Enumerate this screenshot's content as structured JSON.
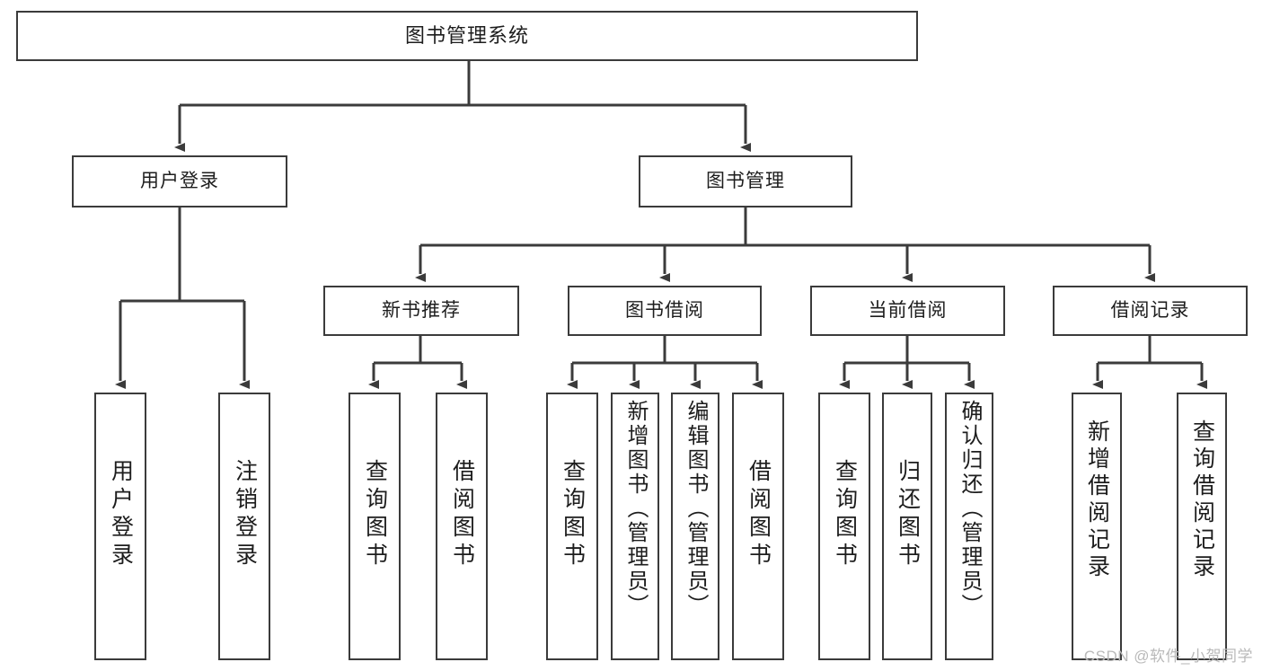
{
  "diagram": {
    "title": "图书管理系统",
    "type": "tree-hierarchy-chart",
    "root": {
      "label": "图书管理系统"
    },
    "level1": [
      {
        "label": "用户登录"
      },
      {
        "label": "图书管理"
      }
    ],
    "level2": [
      {
        "label": "新书推荐"
      },
      {
        "label": "图书借阅"
      },
      {
        "label": "当前借阅"
      },
      {
        "label": "借阅记录"
      }
    ],
    "leaves": {
      "user_login": [
        {
          "label": "用户登录"
        },
        {
          "label": "注销登录"
        }
      ],
      "new_book_recommend": [
        {
          "label": "查询图书"
        },
        {
          "label": "借阅图书"
        }
      ],
      "book_borrow": [
        {
          "label": "查询图书"
        },
        {
          "label": "新增图书（管理员）"
        },
        {
          "label": "编辑图书（管理员）"
        },
        {
          "label": "借阅图书"
        }
      ],
      "current_borrow": [
        {
          "label": "查询图书"
        },
        {
          "label": "归还图书"
        },
        {
          "label": "确认归还（管理员）"
        }
      ],
      "borrow_record": [
        {
          "label": "新增借阅记录"
        },
        {
          "label": "查询借阅记录"
        }
      ]
    }
  },
  "watermark": {
    "text": "CSDN @软件_小贺同学"
  },
  "colors": {
    "stroke": "#3b3b3b",
    "background": "#ffffff",
    "text": "#1d1d1d",
    "watermark": "#b9b9b9"
  }
}
